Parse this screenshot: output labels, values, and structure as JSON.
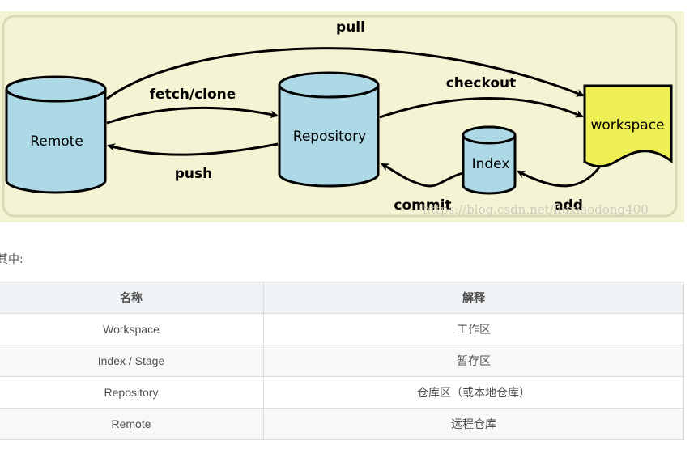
{
  "diagram": {
    "nodes": {
      "remote": "Remote",
      "repository": "Repository",
      "index": "Index",
      "workspace": "workspace"
    },
    "edges": {
      "pull": "pull",
      "fetch_clone": "fetch/clone",
      "push": "push",
      "checkout": "checkout",
      "commit": "commit",
      "add": "add"
    },
    "watermark": "https://blog.csdn.net/liuxiaodong400",
    "colors": {
      "background": "#f4f4d4",
      "cylinder": "#add8e6",
      "workspace": "#eeee55"
    }
  },
  "intro": "其中:",
  "table": {
    "headers": [
      "名称",
      "解释"
    ],
    "rows": [
      [
        "Workspace",
        "工作区"
      ],
      [
        "Index / Stage",
        "暂存区"
      ],
      [
        "Repository",
        "仓库区（或本地仓库）"
      ],
      [
        "Remote",
        "远程仓库"
      ]
    ]
  }
}
